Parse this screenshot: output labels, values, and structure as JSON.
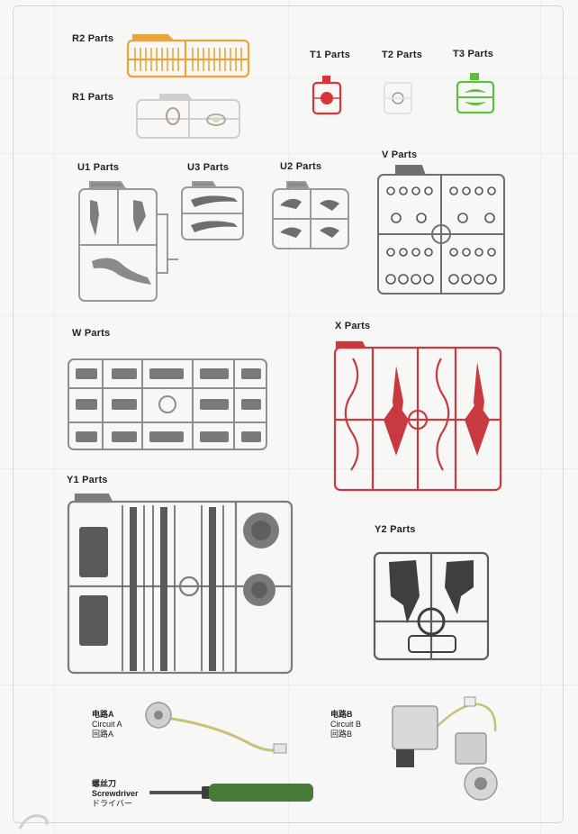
{
  "labels": {
    "r2": "R2  Parts",
    "r1": "R1  Parts",
    "t1": "T1  Parts",
    "t2": "T2  Parts",
    "t3": "T3  Parts",
    "u1": "U1  Parts",
    "u3": "U3  Parts",
    "u2": "U2  Parts",
    "v": "V  Parts",
    "w": "W  Parts",
    "x": "X  Parts",
    "y1": "Y1  Parts",
    "y2": "Y2  Parts"
  },
  "circuit_a": {
    "zh": "电路A",
    "en": "Circuit A",
    "ja": "回路A"
  },
  "circuit_b": {
    "zh": "电路B",
    "en": "Circuit B",
    "ja": "回路B"
  },
  "screwdriver": {
    "zh": "螺丝刀",
    "en": "Screwdriver",
    "ja": "ドライバー"
  },
  "colors": {
    "r2": "#e8a63a",
    "r1": "#cfcfcf",
    "t1": "#d9333b",
    "t2": "#e6e6e6",
    "t3": "#5cc23e",
    "gray_frame": "#8e8e8e",
    "light_gray": "#b7b7b7",
    "dark_gray": "#5a5a5a",
    "red": "#c83a3f",
    "green_handle": "#4a7a3a"
  }
}
